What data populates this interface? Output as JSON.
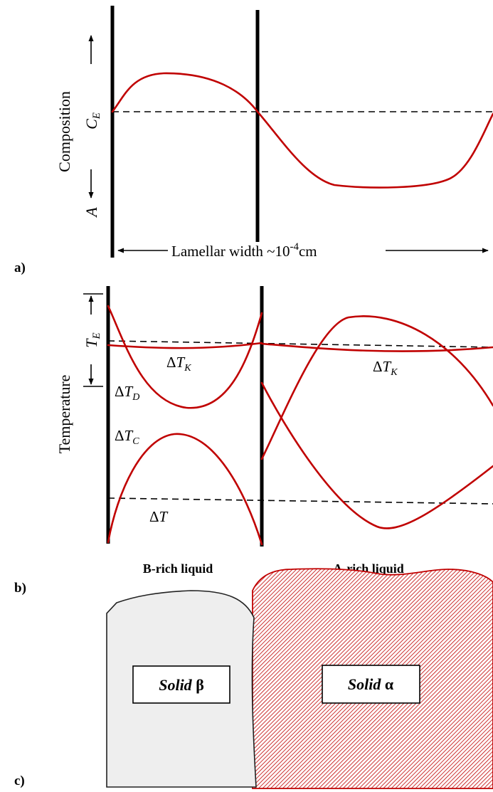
{
  "panels": {
    "a_label": "a)",
    "b_label": "b)",
    "c_label": "c)"
  },
  "panel_a": {
    "y_axis_label": "Composition",
    "ce_symbol": "C",
    "ce_subscript": "E",
    "a_symbol": "A",
    "width_label_prefix": "Lamellar width ~10",
    "width_label_exponent": "-4",
    "width_label_unit": "cm"
  },
  "panel_b": {
    "y_axis_label": "Temperature",
    "te_symbol": "T",
    "te_subscript": "E",
    "dtk_left": {
      "delta": "Δ",
      "symbol": "T",
      "subscript": "K"
    },
    "dtk_right": {
      "delta": "Δ",
      "symbol": "T",
      "subscript": "K"
    },
    "dtd": {
      "delta": "Δ",
      "symbol": "T",
      "subscript": "D"
    },
    "dtc": {
      "delta": "Δ",
      "symbol": "T",
      "subscript": "C"
    },
    "dt": {
      "delta": "Δ",
      "symbol": "T"
    }
  },
  "panel_c": {
    "left_liquid": "B-rich liquid",
    "right_liquid": "A-rich liquid",
    "solid_beta_word": "Solid",
    "solid_beta_symbol": "β",
    "solid_alpha_word": "Solid",
    "solid_alpha_symbol": "α"
  },
  "colors": {
    "curve": "#c00000",
    "solid_beta_fill": "#eeeeee",
    "solid_alpha_hatch": "#c00000"
  }
}
